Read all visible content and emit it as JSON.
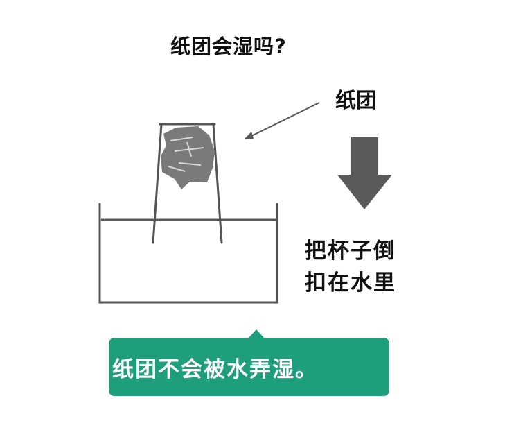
{
  "title": "纸团会湿吗?",
  "labels": {
    "paper_ball": "纸团",
    "instruction_line1": "把杯子倒",
    "instruction_line2": "扣在水里"
  },
  "result": {
    "text": "纸团不会被水弄湿。"
  },
  "colors": {
    "text": "#111111",
    "line": "#555555",
    "paper": "#7a7a7a",
    "arrow": "#5a5a5a",
    "bubble": "#1e9e7c",
    "bubble_text": "#ffffff"
  }
}
